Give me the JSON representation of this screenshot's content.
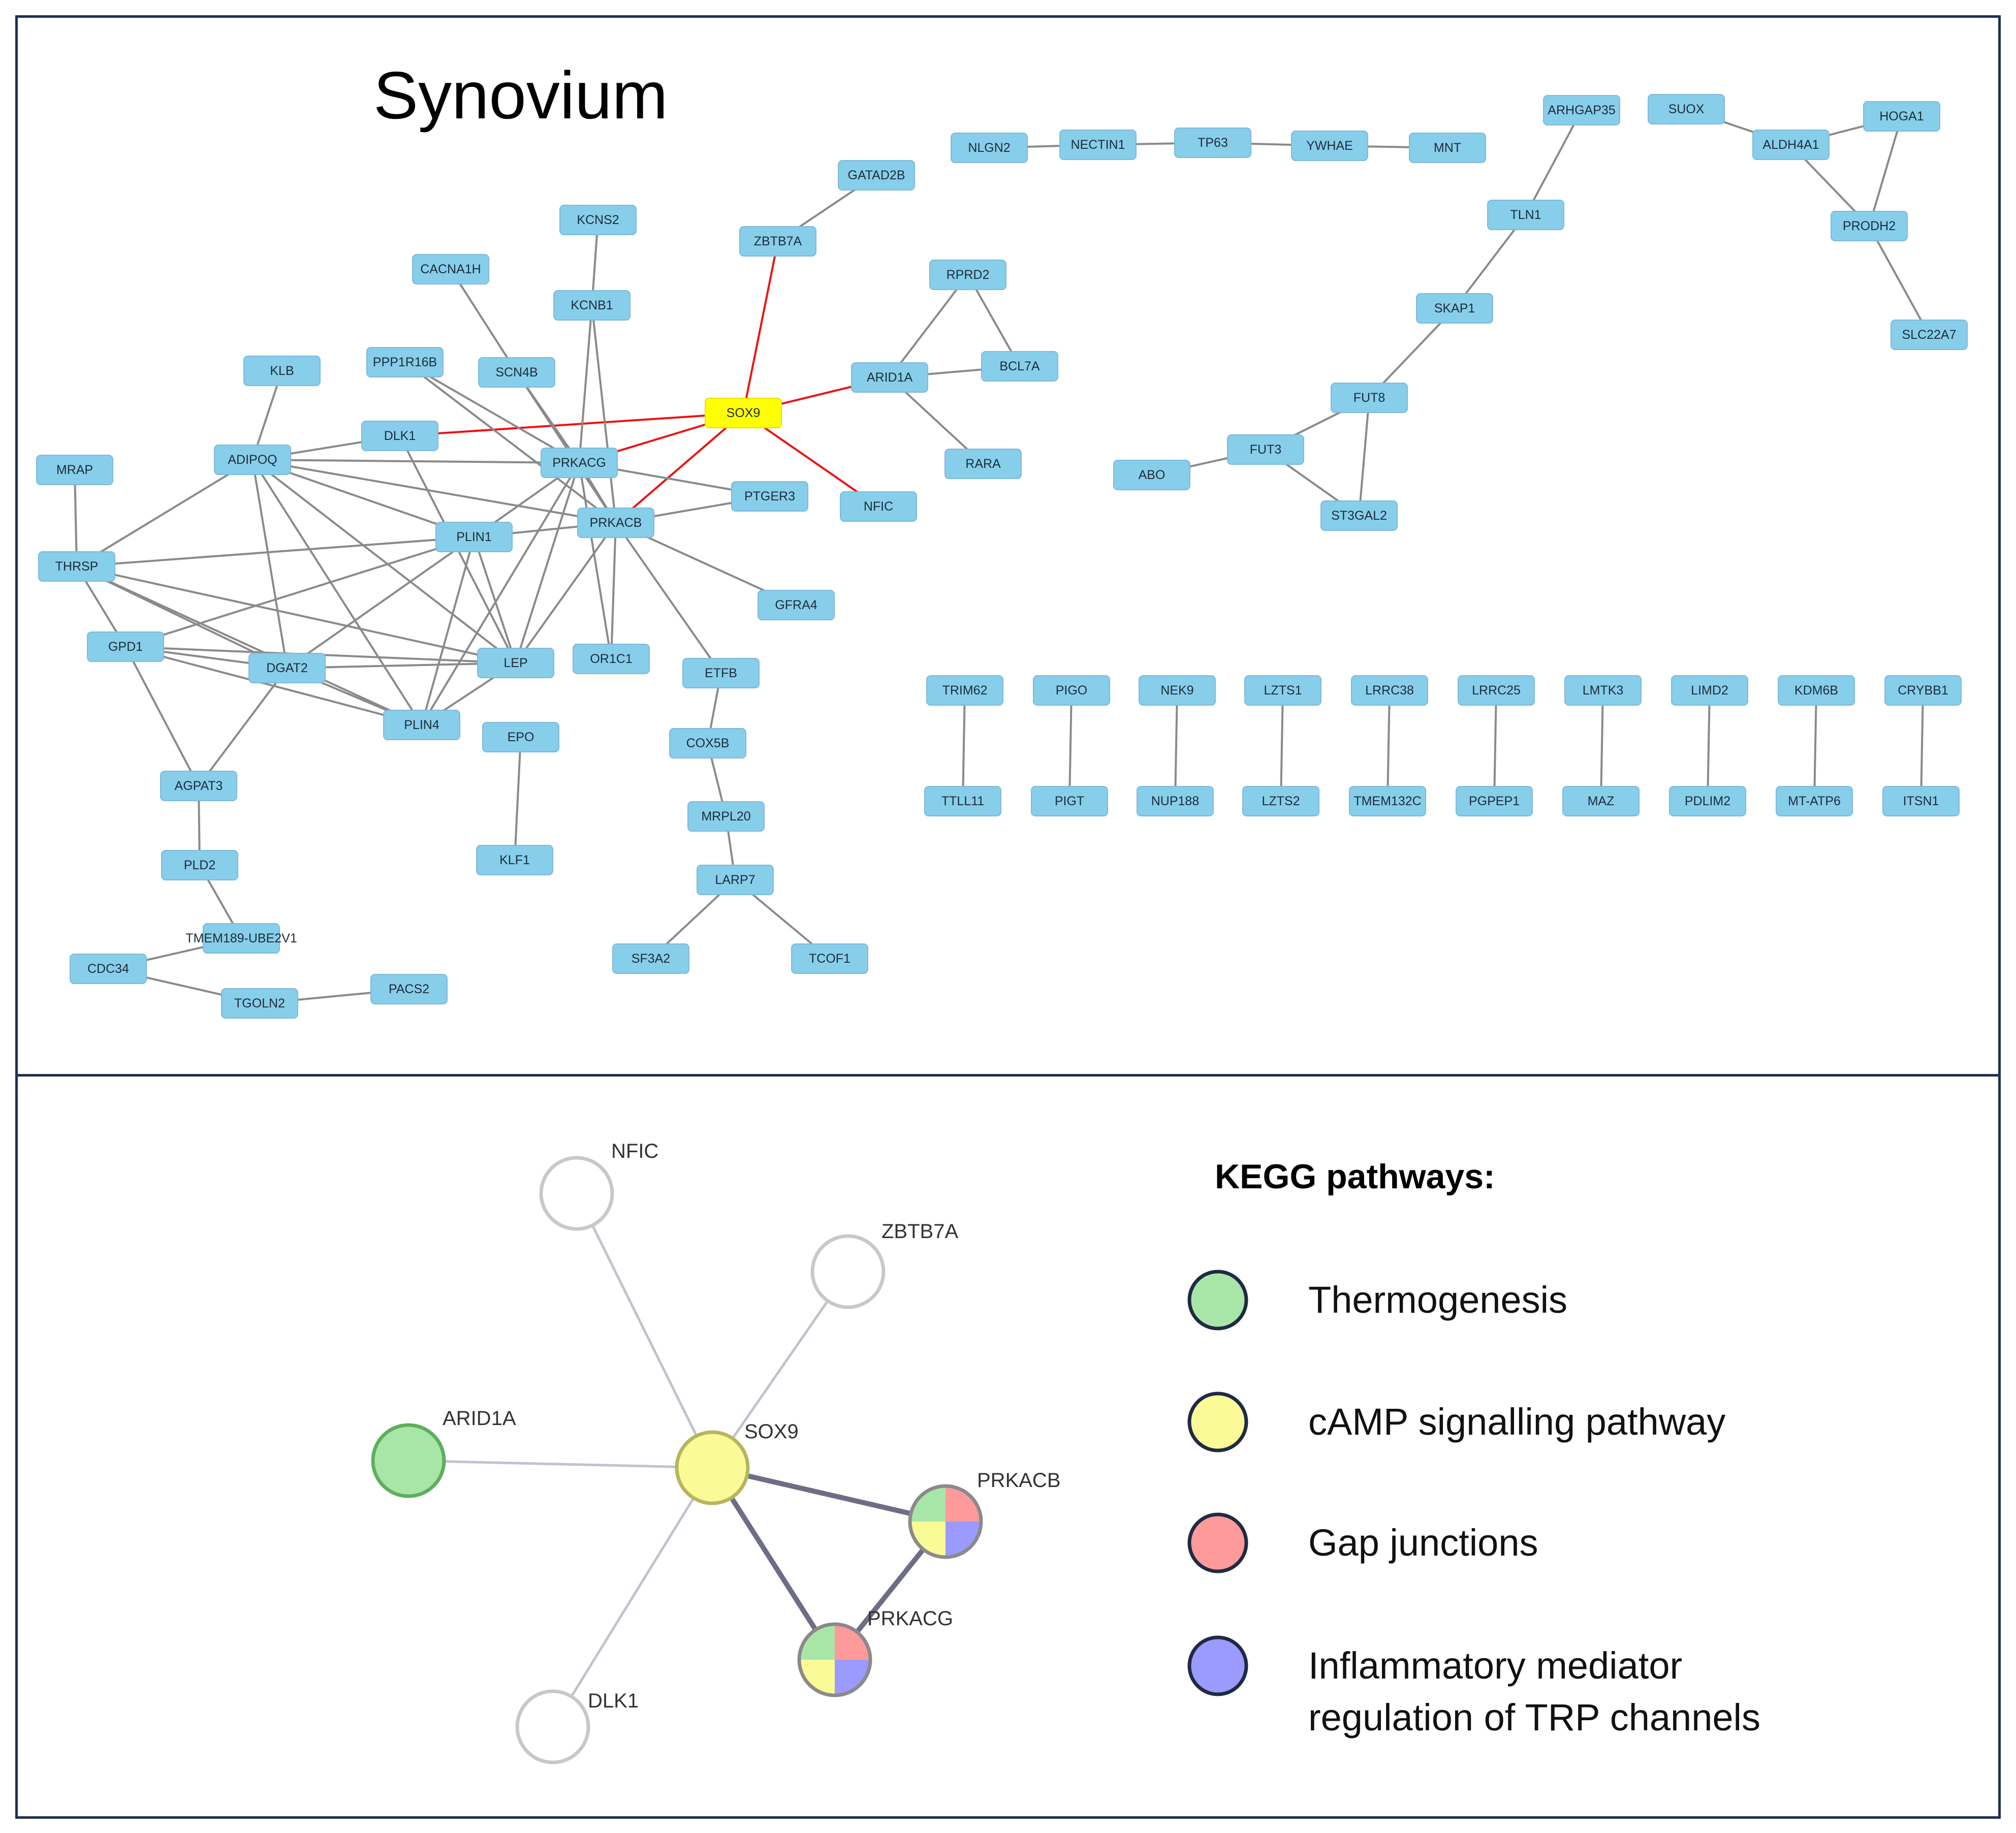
{
  "top_panel": {
    "title": "Synovium",
    "nodes": [
      {
        "id": "SOX9",
        "label": "SOX9",
        "highlight": true
      },
      {
        "id": "GATAD2B",
        "label": "GATAD2B"
      },
      {
        "id": "ZBTB7A",
        "label": "ZBTB7A"
      },
      {
        "id": "KCNS2",
        "label": "KCNS2"
      },
      {
        "id": "CACNA1H",
        "label": "CACNA1H"
      },
      {
        "id": "KCNB1",
        "label": "KCNB1"
      },
      {
        "id": "KLB",
        "label": "KLB"
      },
      {
        "id": "PPP1R16B",
        "label": "PPP1R16B"
      },
      {
        "id": "SCN4B",
        "label": "SCN4B"
      },
      {
        "id": "DLK1",
        "label": "DLK1"
      },
      {
        "id": "ADIPOQ",
        "label": "ADIPOQ"
      },
      {
        "id": "PRKACG",
        "label": "PRKACG"
      },
      {
        "id": "MRAP",
        "label": "MRAP"
      },
      {
        "id": "PTGER3",
        "label": "PTGER3"
      },
      {
        "id": "PRKACB",
        "label": "PRKACB"
      },
      {
        "id": "PLIN1",
        "label": "PLIN1"
      },
      {
        "id": "THRSP",
        "label": "THRSP"
      },
      {
        "id": "GFRA4",
        "label": "GFRA4"
      },
      {
        "id": "GPD1",
        "label": "GPD1"
      },
      {
        "id": "DGAT2",
        "label": "DGAT2"
      },
      {
        "id": "LEP",
        "label": "LEP"
      },
      {
        "id": "OR1C1",
        "label": "OR1C1"
      },
      {
        "id": "ETFB",
        "label": "ETFB"
      },
      {
        "id": "PLIN4",
        "label": "PLIN4"
      },
      {
        "id": "EPO",
        "label": "EPO"
      },
      {
        "id": "COX5B",
        "label": "COX5B"
      },
      {
        "id": "AGPAT3",
        "label": "AGPAT3"
      },
      {
        "id": "MRPL20",
        "label": "MRPL20"
      },
      {
        "id": "KLF1",
        "label": "KLF1"
      },
      {
        "id": "PLD2",
        "label": "PLD2"
      },
      {
        "id": "LARP7",
        "label": "LARP7"
      },
      {
        "id": "TMEM189",
        "label": "TMEM189-UBE2V1"
      },
      {
        "id": "CDC34",
        "label": "CDC34"
      },
      {
        "id": "SF3A2",
        "label": "SF3A2"
      },
      {
        "id": "TCOF1",
        "label": "TCOF1"
      },
      {
        "id": "PACS2",
        "label": "PACS2"
      },
      {
        "id": "TGOLN2",
        "label": "TGOLN2"
      },
      {
        "id": "RPRD2",
        "label": "RPRD2"
      },
      {
        "id": "ARID1A",
        "label": "ARID1A"
      },
      {
        "id": "BCL7A",
        "label": "BCL7A"
      },
      {
        "id": "RARA",
        "label": "RARA"
      },
      {
        "id": "NFIC",
        "label": "NFIC"
      },
      {
        "id": "NLGN2",
        "label": "NLGN2"
      },
      {
        "id": "NECTIN1",
        "label": "NECTIN1"
      },
      {
        "id": "TP63",
        "label": "TP63"
      },
      {
        "id": "YWHAE",
        "label": "YWHAE"
      },
      {
        "id": "MNT",
        "label": "MNT"
      },
      {
        "id": "ARHGAP35",
        "label": "ARHGAP35"
      },
      {
        "id": "TLN1",
        "label": "TLN1"
      },
      {
        "id": "SKAP1",
        "label": "SKAP1"
      },
      {
        "id": "FUT8",
        "label": "FUT8"
      },
      {
        "id": "FUT3",
        "label": "FUT3"
      },
      {
        "id": "ABO",
        "label": "ABO"
      },
      {
        "id": "ST3GAL2",
        "label": "ST3GAL2"
      },
      {
        "id": "SUOX",
        "label": "SUOX"
      },
      {
        "id": "ALDH4A1",
        "label": "ALDH4A1"
      },
      {
        "id": "HOGA1",
        "label": "HOGA1"
      },
      {
        "id": "PRODH2",
        "label": "PRODH2"
      },
      {
        "id": "SLC22A7",
        "label": "SLC22A7"
      },
      {
        "id": "TRIM62",
        "label": "TRIM62"
      },
      {
        "id": "TTLL11",
        "label": "TTLL11"
      },
      {
        "id": "PIGO",
        "label": "PIGO"
      },
      {
        "id": "PIGT",
        "label": "PIGT"
      },
      {
        "id": "NEK9",
        "label": "NEK9"
      },
      {
        "id": "NUP188",
        "label": "NUP188"
      },
      {
        "id": "LZTS1",
        "label": "LZTS1"
      },
      {
        "id": "LZTS2",
        "label": "LZTS2"
      },
      {
        "id": "LRRC38",
        "label": "LRRC38"
      },
      {
        "id": "TMEM132C",
        "label": "TMEM132C"
      },
      {
        "id": "LRRC25",
        "label": "LRRC25"
      },
      {
        "id": "PGPEP1",
        "label": "PGPEP1"
      },
      {
        "id": "LMTK3",
        "label": "LMTK3"
      },
      {
        "id": "MAZ",
        "label": "MAZ"
      },
      {
        "id": "LIMD2",
        "label": "LIMD2"
      },
      {
        "id": "PDLIM2",
        "label": "PDLIM2"
      },
      {
        "id": "KDM6B",
        "label": "KDM6B"
      },
      {
        "id": "MT-ATP6",
        "label": "MT-ATP6"
      },
      {
        "id": "CRYBB1",
        "label": "CRYBB1"
      },
      {
        "id": "ITSN1",
        "label": "ITSN1"
      }
    ],
    "edges": [
      [
        "SOX9",
        "ZBTB7A",
        "red"
      ],
      [
        "SOX9",
        "ARID1A",
        "red"
      ],
      [
        "SOX9",
        "DLK1",
        "red"
      ],
      [
        "SOX9",
        "PRKACG",
        "red"
      ],
      [
        "SOX9",
        "PRKACB",
        "red"
      ],
      [
        "SOX9",
        "NFIC",
        "red"
      ],
      [
        "GATAD2B",
        "ZBTB7A"
      ],
      [
        "KCNS2",
        "KCNB1"
      ],
      [
        "KCNB1",
        "PRKACG"
      ],
      [
        "KCNB1",
        "PRKACB"
      ],
      [
        "CACNA1H",
        "SCN4B"
      ],
      [
        "SCN4B",
        "PRKACG"
      ],
      [
        "SCN4B",
        "PRKACB"
      ],
      [
        "PPP1R16B",
        "PRKACG"
      ],
      [
        "PPP1R16B",
        "PRKACB"
      ],
      [
        "KLB",
        "ADIPOQ"
      ],
      [
        "DLK1",
        "ADIPOQ"
      ],
      [
        "DLK1",
        "LEP"
      ],
      [
        "ADIPOQ",
        "PRKACG"
      ],
      [
        "ADIPOQ",
        "PRKACB"
      ],
      [
        "ADIPOQ",
        "PLIN1"
      ],
      [
        "ADIPOQ",
        "LEP"
      ],
      [
        "ADIPOQ",
        "DGAT2"
      ],
      [
        "ADIPOQ",
        "THRSP"
      ],
      [
        "ADIPOQ",
        "PLIN4"
      ],
      [
        "PRKACG",
        "PRKACB"
      ],
      [
        "PRKACG",
        "PTGER3"
      ],
      [
        "PRKACG",
        "PLIN1"
      ],
      [
        "PRKACG",
        "LEP"
      ],
      [
        "PRKACG",
        "OR1C1"
      ],
      [
        "PRKACG",
        "PLIN4"
      ],
      [
        "PRKACB",
        "PTGER3"
      ],
      [
        "PRKACB",
        "PLIN1"
      ],
      [
        "PRKACB",
        "GFRA4"
      ],
      [
        "PRKACB",
        "LEP"
      ],
      [
        "PRKACB",
        "OR1C1"
      ],
      [
        "PRKACB",
        "ETFB"
      ],
      [
        "MRAP",
        "THRSP"
      ],
      [
        "THRSP",
        "PLIN1"
      ],
      [
        "THRSP",
        "DGAT2"
      ],
      [
        "THRSP",
        "LEP"
      ],
      [
        "THRSP",
        "GPD1"
      ],
      [
        "THRSP",
        "PLIN4"
      ],
      [
        "PLIN1",
        "LEP"
      ],
      [
        "PLIN1",
        "PLIN4"
      ],
      [
        "PLIN1",
        "DGAT2"
      ],
      [
        "PLIN1",
        "GPD1"
      ],
      [
        "GPD1",
        "DGAT2"
      ],
      [
        "GPD1",
        "LEP"
      ],
      [
        "GPD1",
        "AGPAT3"
      ],
      [
        "GPD1",
        "PLIN4"
      ],
      [
        "DGAT2",
        "LEP"
      ],
      [
        "DGAT2",
        "PLIN4"
      ],
      [
        "DGAT2",
        "AGPAT3"
      ],
      [
        "LEP",
        "PLIN4"
      ],
      [
        "EPO",
        "KLF1"
      ],
      [
        "ETFB",
        "COX5B"
      ],
      [
        "COX5B",
        "MRPL20"
      ],
      [
        "MRPL20",
        "LARP7"
      ],
      [
        "LARP7",
        "SF3A2"
      ],
      [
        "LARP7",
        "TCOF1"
      ],
      [
        "AGPAT3",
        "PLD2"
      ],
      [
        "PLD2",
        "TMEM189"
      ],
      [
        "TMEM189",
        "CDC34"
      ],
      [
        "CDC34",
        "TGOLN2"
      ],
      [
        "TGOLN2",
        "PACS2"
      ],
      [
        "RPRD2",
        "ARID1A"
      ],
      [
        "RPRD2",
        "BCL7A"
      ],
      [
        "ARID1A",
        "BCL7A"
      ],
      [
        "ARID1A",
        "RARA"
      ],
      [
        "NLGN2",
        "NECTIN1"
      ],
      [
        "NECTIN1",
        "TP63"
      ],
      [
        "TP63",
        "YWHAE"
      ],
      [
        "YWHAE",
        "MNT"
      ],
      [
        "ARHGAP35",
        "TLN1"
      ],
      [
        "TLN1",
        "SKAP1"
      ],
      [
        "SKAP1",
        "FUT8"
      ],
      [
        "FUT8",
        "FUT3"
      ],
      [
        "FUT8",
        "ST3GAL2"
      ],
      [
        "FUT3",
        "ABO"
      ],
      [
        "FUT3",
        "ST3GAL2"
      ],
      [
        "SUOX",
        "ALDH4A1"
      ],
      [
        "ALDH4A1",
        "HOGA1"
      ],
      [
        "ALDH4A1",
        "PRODH2"
      ],
      [
        "HOGA1",
        "PRODH2"
      ],
      [
        "PRODH2",
        "SLC22A7"
      ],
      [
        "TRIM62",
        "TTLL11"
      ],
      [
        "PIGO",
        "PIGT"
      ],
      [
        "NEK9",
        "NUP188"
      ],
      [
        "LZTS1",
        "LZTS2"
      ],
      [
        "LRRC38",
        "TMEM132C"
      ],
      [
        "LRRC25",
        "PGPEP1"
      ],
      [
        "LMTK3",
        "MAZ"
      ],
      [
        "LIMD2",
        "PDLIM2"
      ],
      [
        "KDM6B",
        "MT-ATP6"
      ],
      [
        "CRYBB1",
        "ITSN1"
      ]
    ]
  },
  "bottom_panel": {
    "nodes": [
      {
        "id": "NFIC",
        "label": "NFIC",
        "colors": [
          "#ffffff"
        ]
      },
      {
        "id": "ZBTB7A",
        "label": "ZBTB7A",
        "colors": [
          "#ffffff"
        ]
      },
      {
        "id": "ARID1A",
        "label": "ARID1A",
        "colors": [
          "#a8e6a8"
        ]
      },
      {
        "id": "SOX9",
        "label": "SOX9",
        "colors": [
          "#fafa96"
        ]
      },
      {
        "id": "PRKACB",
        "label": "PRKACB",
        "colors": [
          "#a8e6a8",
          "#ff9a9a",
          "#9a9aff",
          "#fafa96"
        ]
      },
      {
        "id": "PRKACG",
        "label": "PRKACG",
        "colors": [
          "#a8e6a8",
          "#ff9a9a",
          "#9a9aff",
          "#fafa96"
        ]
      },
      {
        "id": "DLK1",
        "label": "DLK1",
        "colors": [
          "#ffffff"
        ]
      }
    ],
    "edges": [
      [
        "SOX9",
        "NFIC",
        "thin"
      ],
      [
        "SOX9",
        "ZBTB7A",
        "medium"
      ],
      [
        "SOX9",
        "ARID1A",
        "thin"
      ],
      [
        "SOX9",
        "DLK1",
        "thin"
      ],
      [
        "SOX9",
        "PRKACB",
        "thick"
      ],
      [
        "SOX9",
        "PRKACG",
        "thick"
      ],
      [
        "PRKACB",
        "PRKACG",
        "thick"
      ]
    ],
    "legend": {
      "title": "KEGG pathways:",
      "items": [
        {
          "label": "Thermogenesis",
          "color": "#a8e6a8"
        },
        {
          "label": "cAMP signalling pathway",
          "color": "#fafa96"
        },
        {
          "label": "Gap junctions",
          "color": "#ff9a9a"
        },
        {
          "label": "Inflammatory mediator",
          "label2": "regulation of TRP channels",
          "color": "#9a9aff"
        }
      ]
    }
  }
}
